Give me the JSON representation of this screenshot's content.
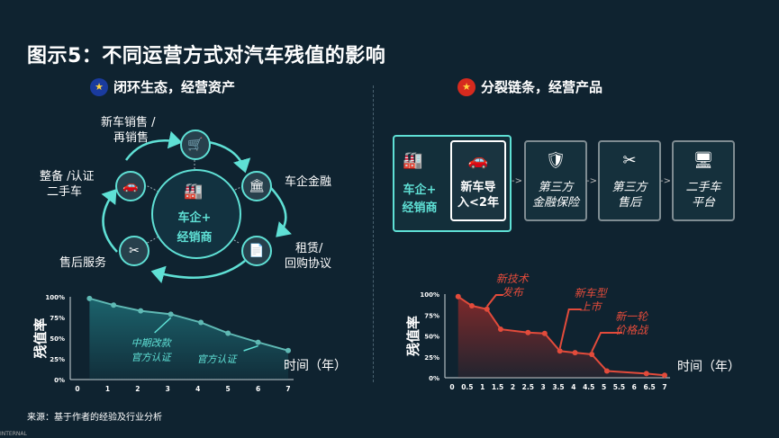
{
  "title": "图示5：不同运营方式对汽车残值的影响",
  "left": {
    "heading": "闭环生态，经营资产",
    "center_line1": "车企+",
    "center_line2": "经销商",
    "nodes": {
      "top_line1": "新车销售 /",
      "top_line2": "再销售",
      "right": "车企金融",
      "bottom_right_line1": "租赁/",
      "bottom_right_line2": "回购协议",
      "bottom_left": "售后服务",
      "left_line1": "整备 /认证",
      "left_line2": "二手车"
    }
  },
  "right": {
    "heading": "分裂链条，经营产品",
    "box1_line1": "车企+",
    "box1_line2": "经销商",
    "box2_line1": "新车导",
    "box2_line2": "入<2年",
    "box3_line1": "第三方",
    "box3_line2": "金融保险",
    "box4_line1": "第三方",
    "box4_line2": "售后",
    "box5_line1": "二手车",
    "box5_line2": "平台",
    "arrow": "->"
  },
  "colors": {
    "accent": "#5fe0d5",
    "red": "#e24b3b",
    "background": "#0f2330"
  },
  "icons": [
    "eu-flag-icon",
    "china-flag-icon",
    "factory-icon",
    "car-icon",
    "cart-icon",
    "bank-icon",
    "document-icon",
    "tools-icon",
    "shield-icon",
    "screen-icon"
  ],
  "source": "来源：基于作者的经验及行业分析",
  "internal": "INTERNAL",
  "chart_data": [
    {
      "type": "area",
      "ylabel": "残值率",
      "xlabel": "时间（年）",
      "yticks": [
        "0%",
        "25%",
        "50%",
        "75%",
        "100%"
      ],
      "xticks": [
        "0",
        "1",
        "2",
        "3",
        "4",
        "5",
        "6",
        "7"
      ],
      "xlim": [
        0,
        7
      ],
      "ylim": [
        0,
        100
      ],
      "x": [
        0.4,
        1.2,
        2.1,
        3.1,
        4.1,
        5.0,
        6.0,
        7.0
      ],
      "values": [
        98,
        90,
        83,
        79,
        69,
        56,
        45,
        35
      ],
      "annotations": [
        {
          "text": "中期改款",
          "x": 3.1
        },
        {
          "text": "官方认证",
          "x": 3.1
        },
        {
          "text": "官方认证",
          "x": 6.0
        }
      ]
    },
    {
      "type": "area",
      "ylabel": "残值率",
      "xlabel": "时间（年）",
      "yticks": [
        "0%",
        "25%",
        "50%",
        "75%",
        "100%"
      ],
      "xticks": [
        "0",
        "0.5",
        "1",
        "1.5",
        "2",
        "2.5",
        "3",
        "3.5",
        "4",
        "4.5",
        "5",
        "5.5",
        "6",
        "6.5",
        "7"
      ],
      "xlim": [
        0,
        7
      ],
      "ylim": [
        0,
        100
      ],
      "x": [
        0.2,
        0.65,
        1.15,
        1.6,
        2.5,
        3.05,
        3.55,
        4.05,
        4.6,
        5.1,
        6.4,
        7.0
      ],
      "values": [
        97,
        86,
        82,
        58,
        54,
        53,
        32,
        30,
        28,
        8,
        5,
        3
      ],
      "annotations": [
        {
          "text_line1": "新技术",
          "text_line2": "发布",
          "x": 1.15
        },
        {
          "text_line1": "新车型",
          "text_line2": "上市",
          "x": 3.55
        },
        {
          "text_line1": "新一轮",
          "text_line2": "价格战",
          "x": 4.6
        }
      ]
    }
  ]
}
